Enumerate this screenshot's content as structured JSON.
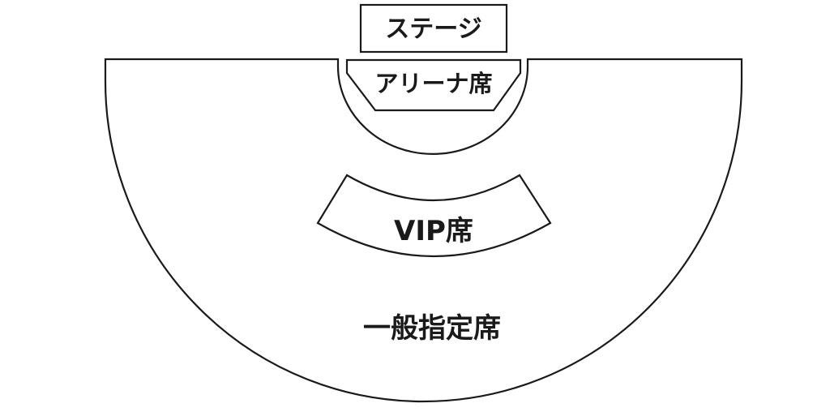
{
  "seating_chart": {
    "stage": "ステージ",
    "arena": "アリーナ席",
    "vip": "VIP席",
    "general": "一般指定席"
  },
  "colors": {
    "line": "#1a1a1a",
    "background": "#ffffff"
  }
}
